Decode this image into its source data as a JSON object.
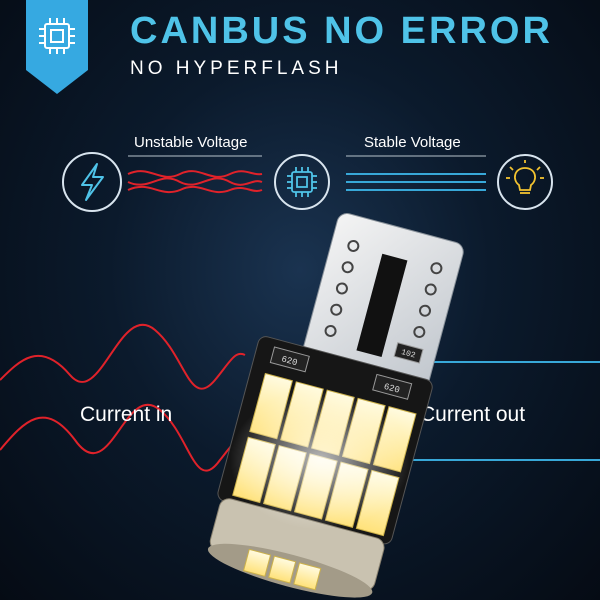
{
  "header": {
    "title": "CANBUS NO ERROR",
    "subtitle": "NO HYPERFLASH"
  },
  "voltage": {
    "unstable_label": "Unstable Voltage",
    "stable_label": "Stable Voltage"
  },
  "current": {
    "in_label": "Current in",
    "out_label": "Current out"
  },
  "led": {
    "markings": [
      "620",
      "620",
      "102"
    ]
  },
  "icons": {
    "badge": "chip-icon",
    "left": "lightning-icon",
    "center": "chip-icon",
    "right": "bulb-icon"
  },
  "colors": {
    "accent": "#4fc3e8",
    "red_wave": "#e0222a",
    "blue_line": "#38a8d8"
  }
}
